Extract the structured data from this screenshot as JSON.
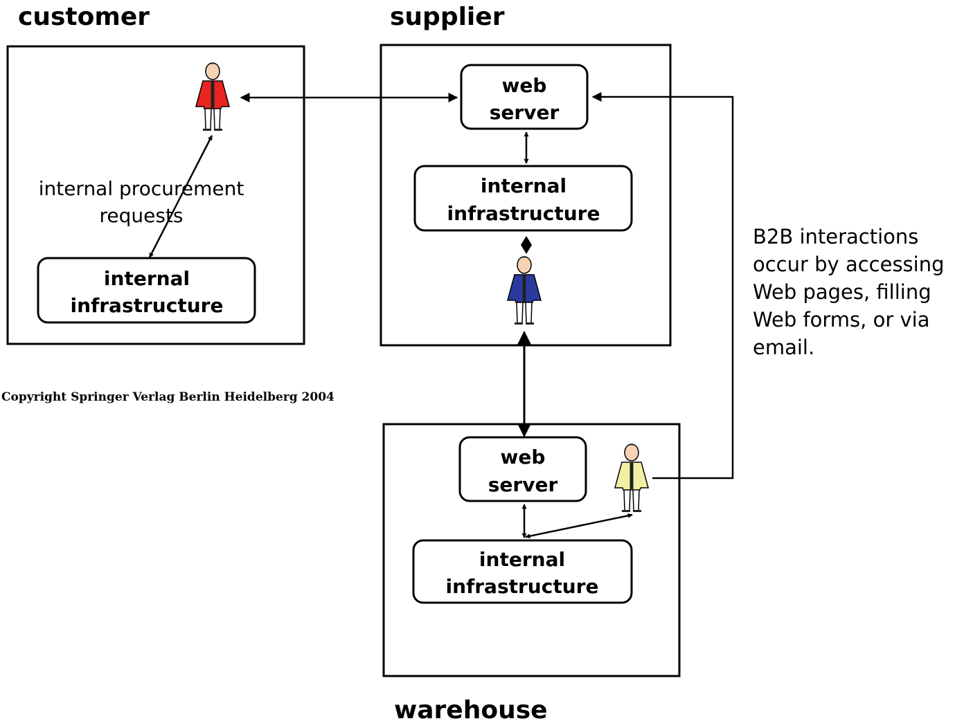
{
  "labels": {
    "customer": "customer",
    "supplier": "supplier",
    "warehouse": "warehouse"
  },
  "customer": {
    "procurement_line1": "internal procurement",
    "procurement_line2": "requests",
    "infra_line1": "internal",
    "infra_line2": "infrastructure"
  },
  "supplier": {
    "web_line1": "web",
    "web_line2": "server",
    "infra_line1": "internal",
    "infra_line2": "infrastructure"
  },
  "warehouse": {
    "web_line1": "web",
    "web_line2": "server",
    "infra_line1": "internal",
    "infra_line2": "infrastructure"
  },
  "note": {
    "line1": "B2B interactions",
    "line2": "occur by accessing",
    "line3": "Web pages, filling",
    "line4": "Web forms, or via",
    "line5": "email."
  },
  "copyright": "Copyright Springer Verlag Berlin Heidelberg 2004",
  "colors": {
    "customer_person": "#e8251f",
    "supplier_person": "#2a3a9e",
    "warehouse_person": "#f3f0a6"
  },
  "icons": {
    "customer_person": "person-icon",
    "supplier_person": "person-icon",
    "warehouse_person": "person-icon"
  }
}
